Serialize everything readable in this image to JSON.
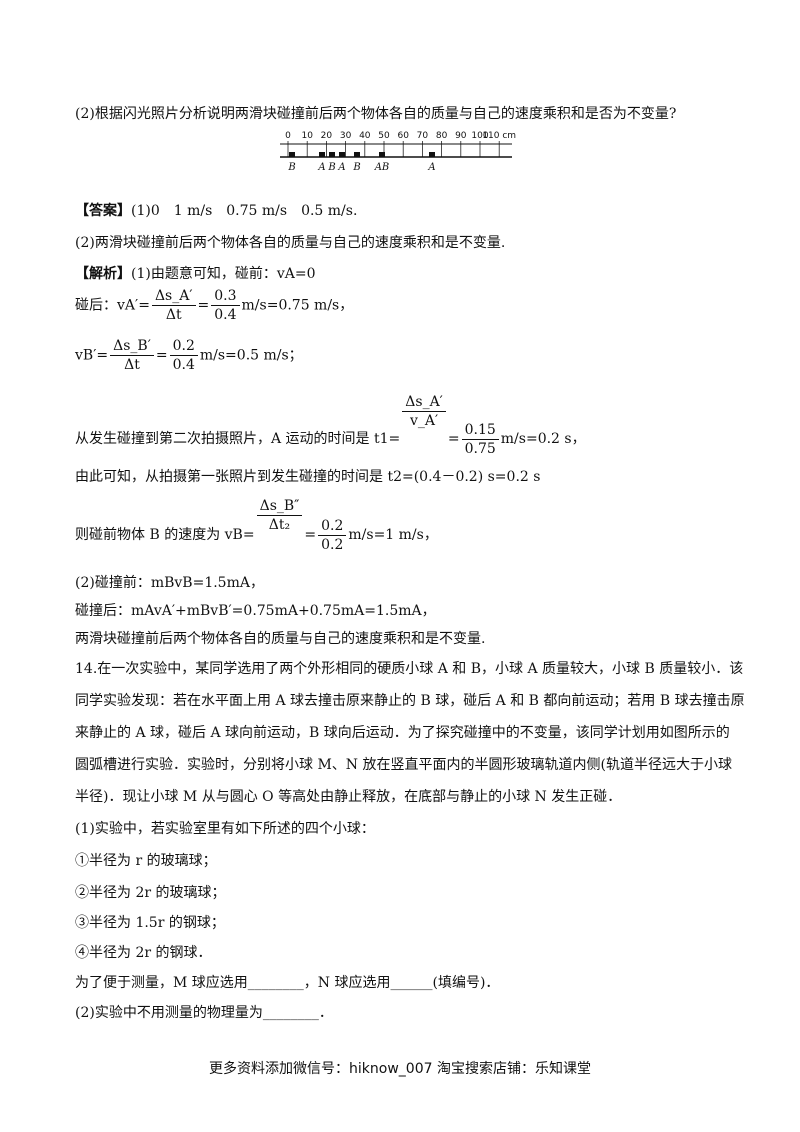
{
  "q2_text": "(2)根据闪光照片分析说明两滑块碰撞前后两个物体各自的质量与自己的速度乘积和是否为不变量?",
  "figure": {
    "ticks": [
      "0",
      "10",
      "20",
      "30",
      "40",
      "50",
      "60",
      "70",
      "80",
      "90",
      "100",
      "110 cm"
    ],
    "markers": [
      {
        "label": "B",
        "pos": 12
      },
      {
        "label": "A",
        "pos": 42
      },
      {
        "label": "B",
        "pos": 52
      },
      {
        "label": "A",
        "pos": 62
      },
      {
        "label": "B",
        "pos": 77
      },
      {
        "label": "AB",
        "pos": 102
      },
      {
        "label": "A",
        "pos": 152
      }
    ]
  },
  "answer": {
    "label": "【答案】",
    "line1": "(1)0　1 m/s　0.75 m/s　0.5  m/s.",
    "line2": "(2)两滑块碰撞前后两个物体各自的质量与自己的速度乘积和是不变量."
  },
  "analysis": {
    "label": "【解析】",
    "l1": "(1)由题意可知，碰前：vA=0",
    "l2_pre": "碰后：vA′=",
    "l2_num1": "Δs_A′",
    "l2_den1": "Δt",
    "l2_num2": "0.3",
    "l2_den2": "0.4",
    "l2_post": "m/s=0.75 m/s，",
    "l3_pre": "vB′=",
    "l3_num1": "Δs_B′",
    "l3_den1": "Δt",
    "l3_num2": "0.2",
    "l3_den2": "0.4",
    "l3_post": "m/s=0.5  m/s；",
    "l4_pre": "从发生碰撞到第二次拍摄照片，A 运动的时间是 t1=",
    "l4_num1": "Δs_A′",
    "l4_den1": "v_A′",
    "l4_num2": "0.15",
    "l4_den2": "0.75",
    "l4_post": "m/s=0.2  s，",
    "l5": "由此可知，从拍摄第一张照片到发生碰撞的时间是 t2=(0.4－0.2)  s=0.2 s",
    "l6_pre": "则碰前物体 B 的速度为 vB=",
    "l6_num1": "Δs_B″",
    "l6_den1": "Δt₂",
    "l6_num2": "0.2",
    "l6_den2": "0.2",
    "l6_post": "m/s=1 m/s，",
    "l7": "(2)碰撞前：mBvB=1.5mA，",
    "l8": "碰撞后：mAvA′+mBvB′=0.75mA+0.75mA=1.5mA，",
    "l9": "两滑块碰撞前后两个物体各自的质量与自己的速度乘积和是不变量."
  },
  "q14": {
    "p1": "14.在一次实验中，某同学选用了两个外形相同的硬质小球 A 和 B，小球 A 质量较大，小球 B 质量较小．该",
    "p2": "同学实验发现：若在水平面上用 A 球去撞击原来静止的 B 球，碰后 A 和 B 都向前运动；若用 B 球去撞击原",
    "p3": "来静止的 A 球，碰后 A 球向前运动，B 球向后运动．为了探究碰撞中的不变量，该同学计划用如图所示的",
    "p4": "圆弧槽进行实验．实验时，分别将小球 M、N 放在竖直平面内的半圆形玻璃轨道内侧(轨道半径远大于小球",
    "p5": "半径)．现让小球 M 从与圆心 O 等高处由静止释放，在底部与静止的小球 N 发生正碰．",
    "s1": "(1)实验中，若实验室里有如下所述的四个小球：",
    "o1": "①半径为 r 的玻璃球；",
    "o2": "②半径为 2r 的玻璃球；",
    "o3": "③半径为 1.5r 的钢球；",
    "o4": "④半径为 2r 的钢球．",
    "s2": "为了便于测量，M 球应选用________，N 球应选用______(填编号)．",
    "s3": "(2)实验中不用测量的物理量为________．"
  },
  "footer": "更多资料添加微信号：hiknow_007  淘宝搜索店铺：乐知课堂"
}
